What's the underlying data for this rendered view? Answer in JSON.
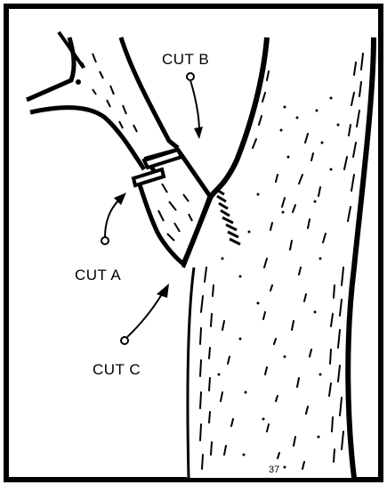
{
  "labels": {
    "cut_a": "CUT A",
    "cut_b": "CUT B",
    "cut_c": "CUT C",
    "artist_mark": "37"
  },
  "colors": {
    "ink": "#000000",
    "paper": "#ffffff"
  }
}
